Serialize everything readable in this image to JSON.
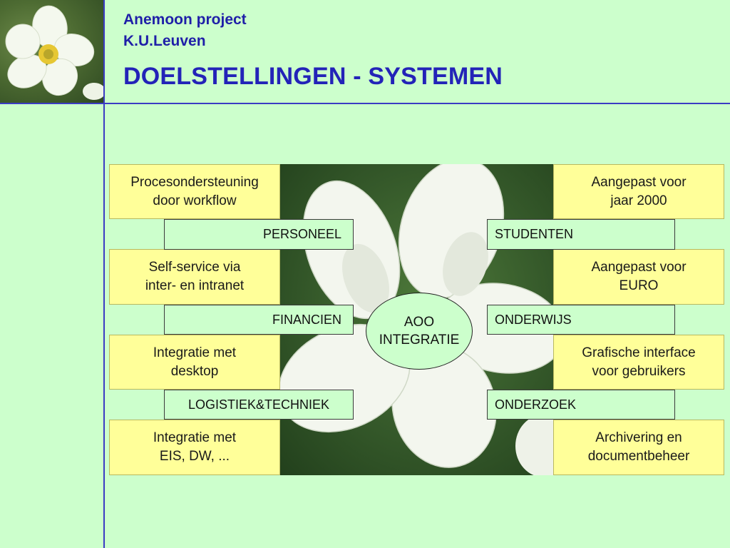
{
  "header": {
    "line1": "Anemoon project",
    "line2": "K.U.Leuven",
    "title": "DOELSTELLINGEN - SYSTEMEN"
  },
  "center": {
    "line1": "AOO",
    "line2": "INTEGRATIE"
  },
  "left_goals": [
    [
      "Procesondersteuning",
      "door workflow"
    ],
    [
      "Self-service via",
      "inter- en intranet"
    ],
    [
      "Integratie met",
      "desktop"
    ],
    [
      "Integratie met",
      "EIS, DW, ..."
    ]
  ],
  "right_goals": [
    [
      "Aangepast voor",
      "jaar 2000"
    ],
    [
      "Aangepast voor",
      "EURO"
    ],
    [
      "Grafische interface",
      "voor gebruikers"
    ],
    [
      "Archivering en",
      "documentbeheer"
    ]
  ],
  "left_systems": [
    "PERSONEEL",
    "FINANCIEN",
    "LOGISTIEK&TECHNIEK"
  ],
  "right_systems": [
    "STUDENTEN",
    "ONDERWIJS",
    "ONDERZOEK"
  ],
  "colors": {
    "background": "#ccffcc",
    "title": "#2323b8",
    "goal_box": "#ffff99",
    "rule": "#3b3bc4"
  }
}
